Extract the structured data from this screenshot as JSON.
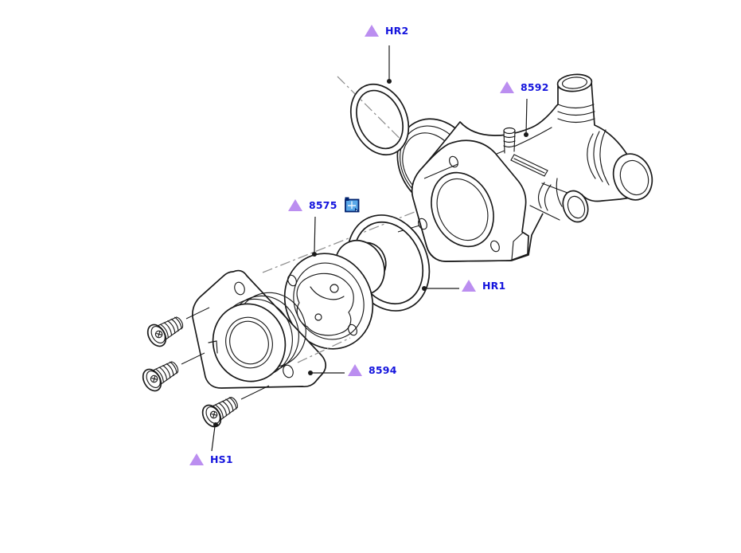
{
  "diagram": {
    "type": "exploded-parts-diagram",
    "background": "#ffffff"
  },
  "colors": {
    "page_bg": "#ffffff",
    "line_art": "#1a1a1a",
    "centerline": "#8f8f8f",
    "label_text": "#1414dd",
    "marker": "#bb8ef0",
    "icon_fill": "#5aa8e8",
    "icon_outline": "#00216e"
  },
  "callouts": [
    {
      "text": "HR2",
      "marker": "triangle-icon"
    },
    {
      "text": "8592",
      "marker": "triangle-icon"
    },
    {
      "text": "8575",
      "marker": "triangle-icon"
    },
    {
      "text": "HR1",
      "marker": "triangle-icon"
    },
    {
      "text": "8594",
      "marker": "triangle-icon"
    },
    {
      "text": "HS1",
      "marker": "triangle-icon"
    }
  ],
  "icons": [
    {
      "name": "parts-list-icon",
      "attached_to": "8575"
    }
  ]
}
